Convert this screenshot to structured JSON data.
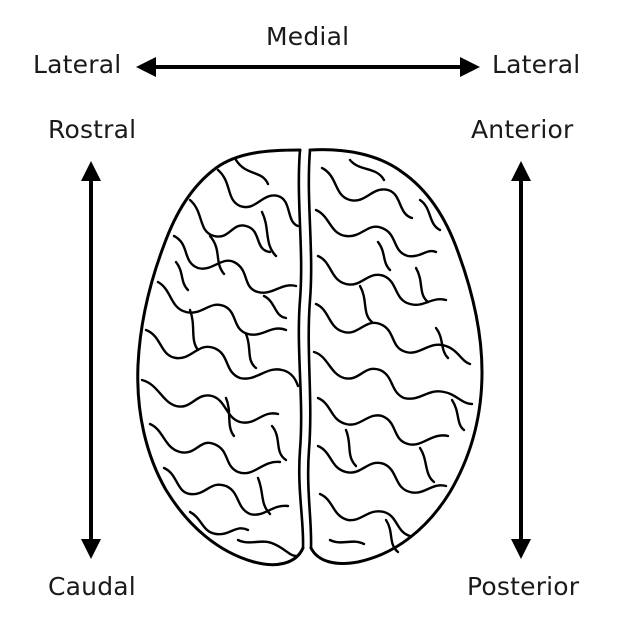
{
  "labels": {
    "medial": "Medial",
    "lateral_left": "Lateral",
    "lateral_right": "Lateral",
    "rostral": "Rostral",
    "caudal": "Caudal",
    "anterior": "Anterior",
    "posterior": "Posterior"
  },
  "colors": {
    "ink": "#000000",
    "text": "#1a1a1a",
    "background": "#ffffff"
  },
  "figure": {
    "subject": "brain-top-view-icon"
  }
}
